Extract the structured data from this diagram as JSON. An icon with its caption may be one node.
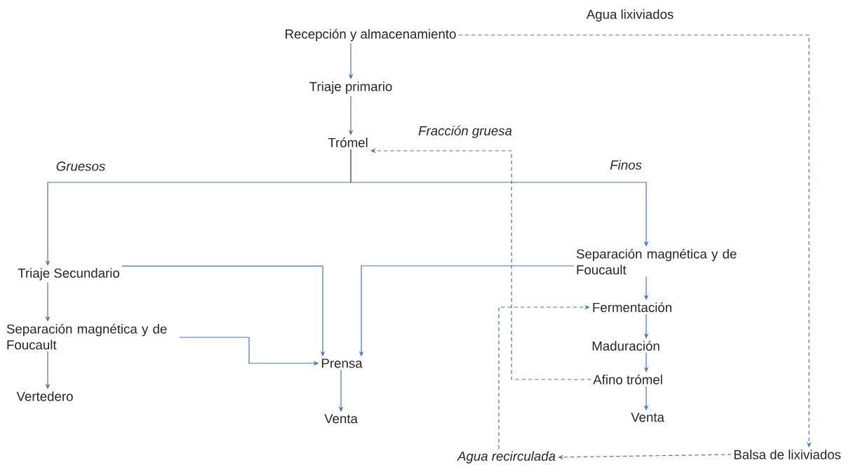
{
  "diagram": {
    "nodes": [
      {
        "text": [
          "Recepción y almacenamiento"
        ]
      },
      {
        "text": [
          "Triaje primario"
        ]
      },
      {
        "text": [
          "Trómel"
        ]
      },
      {
        "text": [
          "Triaje Secundario"
        ]
      },
      {
        "text": [
          "Separación magnética y de Foucault"
        ]
      },
      {
        "text": [
          "Vertedero"
        ]
      },
      {
        "text": [
          "Prensa"
        ]
      },
      {
        "text": [
          "Venta"
        ]
      },
      {
        "text": [
          "Separación magnética y de Foucault"
        ]
      },
      {
        "text": [
          "Fermentación"
        ]
      },
      {
        "text": [
          "Maduración"
        ]
      },
      {
        "text": [
          "Afino trómel"
        ]
      },
      {
        "text": [
          "Venta"
        ]
      },
      {
        "text": [
          "Balsa de lixiviados"
        ]
      },
      {
        "text": [
          "*Agua recirculada*"
        ]
      }
    ],
    "edges": [
      {
        "from": 0,
        "to": 1,
        "arrow": "to"
      },
      {
        "from": 1,
        "to": 2,
        "arrow": "to"
      },
      {
        "from": 2,
        "to": 3,
        "arrow": "to",
        "label": "*Gruesos*"
      },
      {
        "from": 2,
        "to": 8,
        "arrow": "to",
        "label": "*Finos*"
      },
      {
        "from": 3,
        "to": 4,
        "arrow": "to"
      },
      {
        "from": 4,
        "to": 5,
        "arrow": "to"
      },
      {
        "from": 3,
        "to": 6,
        "arrow": "to"
      },
      {
        "from": 8,
        "to": 6,
        "arrow": "to"
      },
      {
        "from": 4,
        "to": 6,
        "arrow": "to"
      },
      {
        "from": 6,
        "to": 7,
        "arrow": "to"
      },
      {
        "from": 8,
        "to": 9,
        "arrow": "to"
      },
      {
        "from": 9,
        "to": 10,
        "arrow": "to"
      },
      {
        "from": 10,
        "to": 11,
        "arrow": "to"
      },
      {
        "from": 11,
        "to": 12,
        "arrow": "to"
      },
      {
        "from": 11,
        "to": 2,
        "arrow": "to",
        "style": "dashed",
        "label": "*Fracción gruesa*"
      },
      {
        "from": 0,
        "to": 13,
        "arrow": "to",
        "style": "dashed",
        "label": "Agua lixiviados"
      },
      {
        "from": 13,
        "to": 14,
        "arrow": "to",
        "style": "dashed"
      },
      {
        "from": 14,
        "to": 9,
        "arrow": "to",
        "style": "dashed"
      }
    ]
  }
}
